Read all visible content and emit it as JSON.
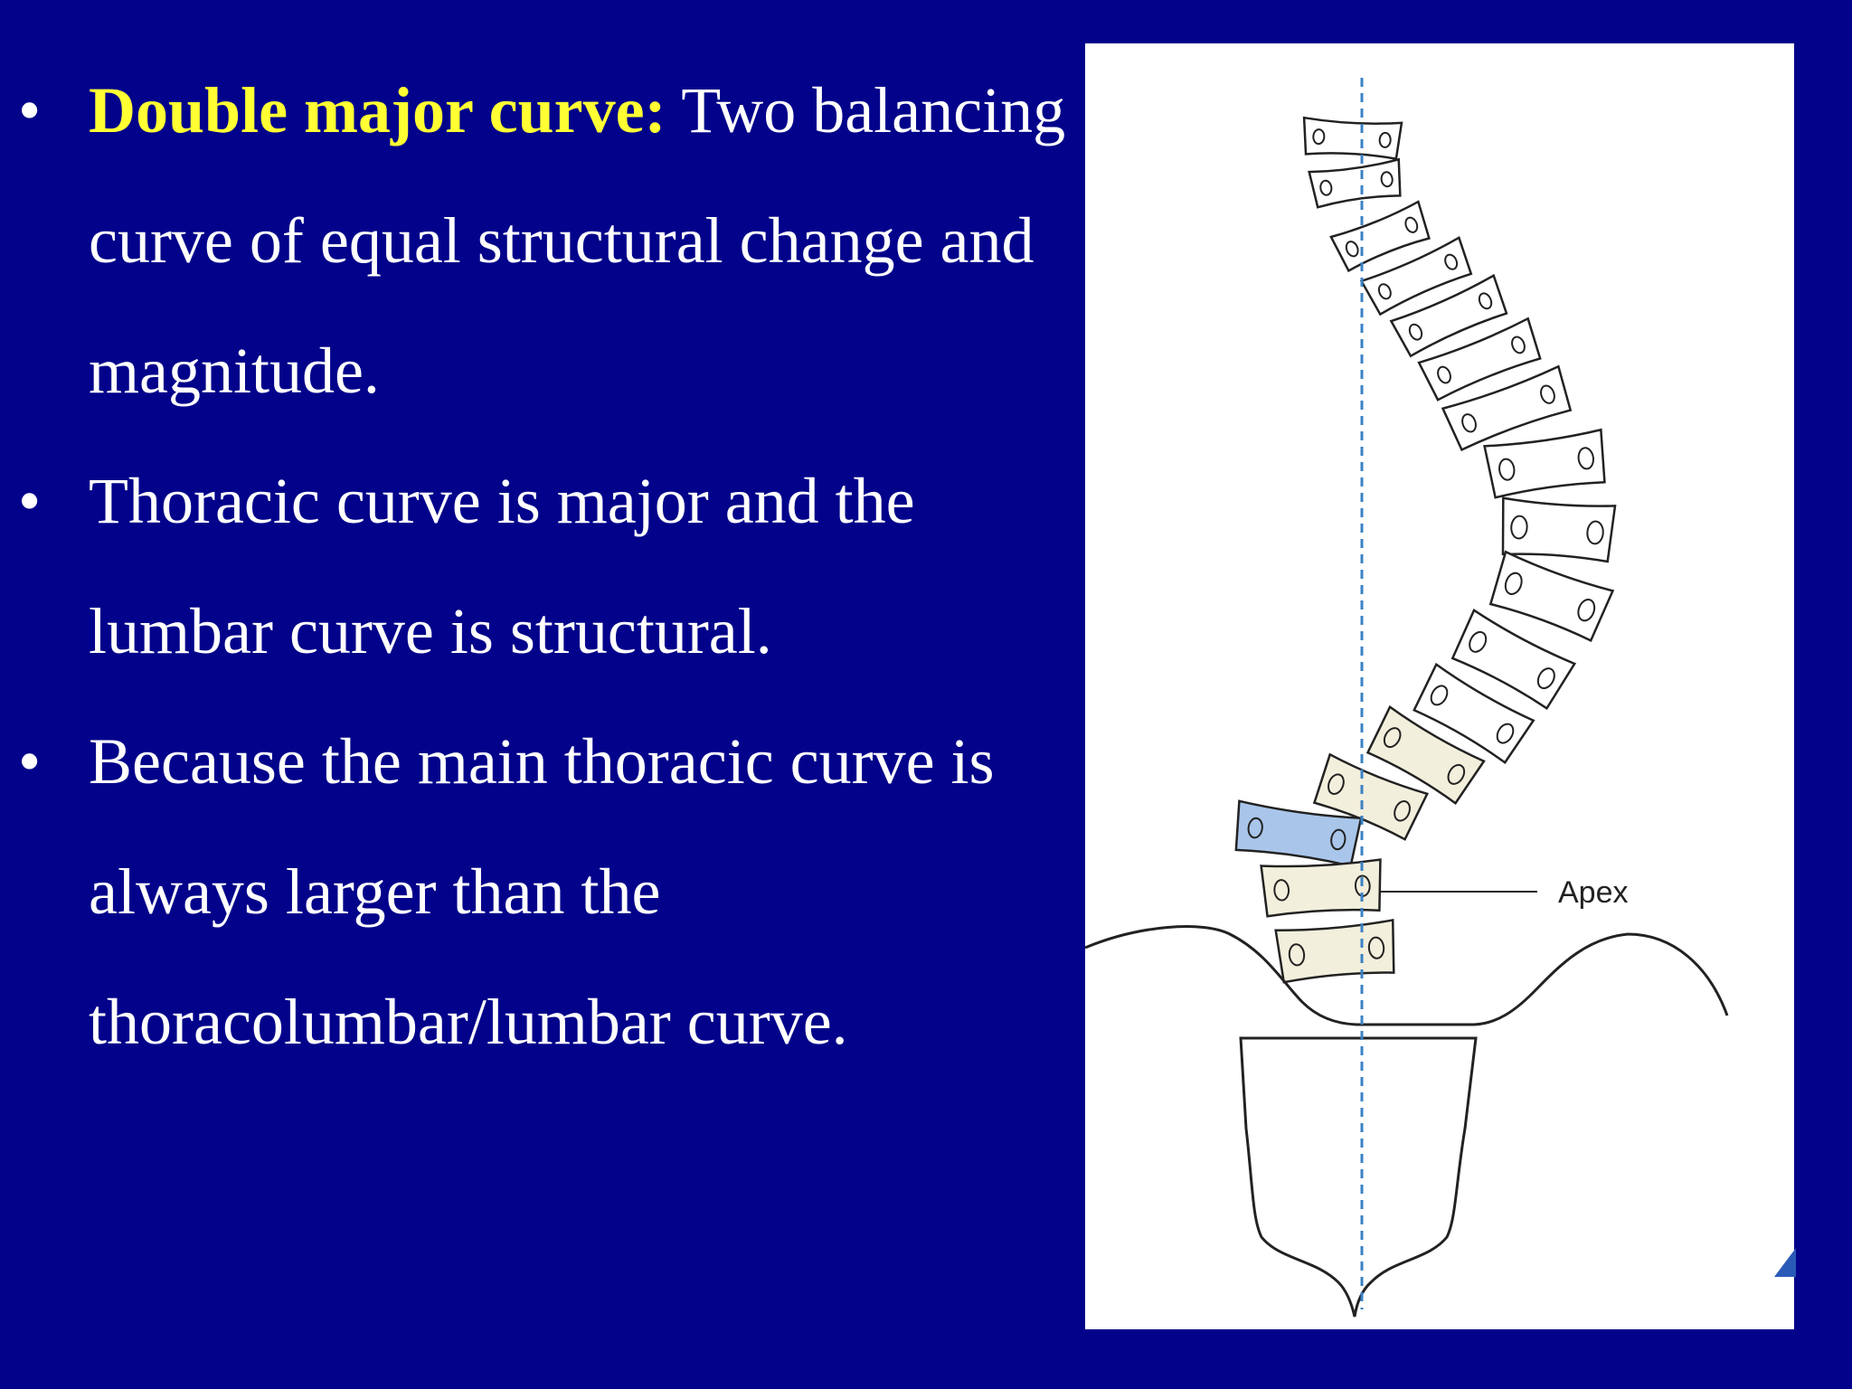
{
  "bullets": [
    {
      "symbol": "•",
      "lead": "Double major curve:",
      "text": " Two balancing curve of equal structural change and magnitude."
    },
    {
      "symbol": "•",
      "lead": "",
      "text": "Thoracic curve is major and the lumbar curve is structural."
    },
    {
      "symbol": "•",
      "lead": "",
      "text": "Because the main thoracic curve is always larger than the thoracolumbar/lumbar curve."
    }
  ],
  "figure": {
    "apex_label": "Apex",
    "colors": {
      "thoracic_vertebra": "#ffffff",
      "lumbar_vertebra": "#f2efdc",
      "apex_vertebra": "#a9c6ea",
      "midline": "#3b82c4",
      "outline": "#222222"
    }
  },
  "colors": {
    "background": "#02028a",
    "text": "#ffffff",
    "highlight": "#ffff33"
  }
}
